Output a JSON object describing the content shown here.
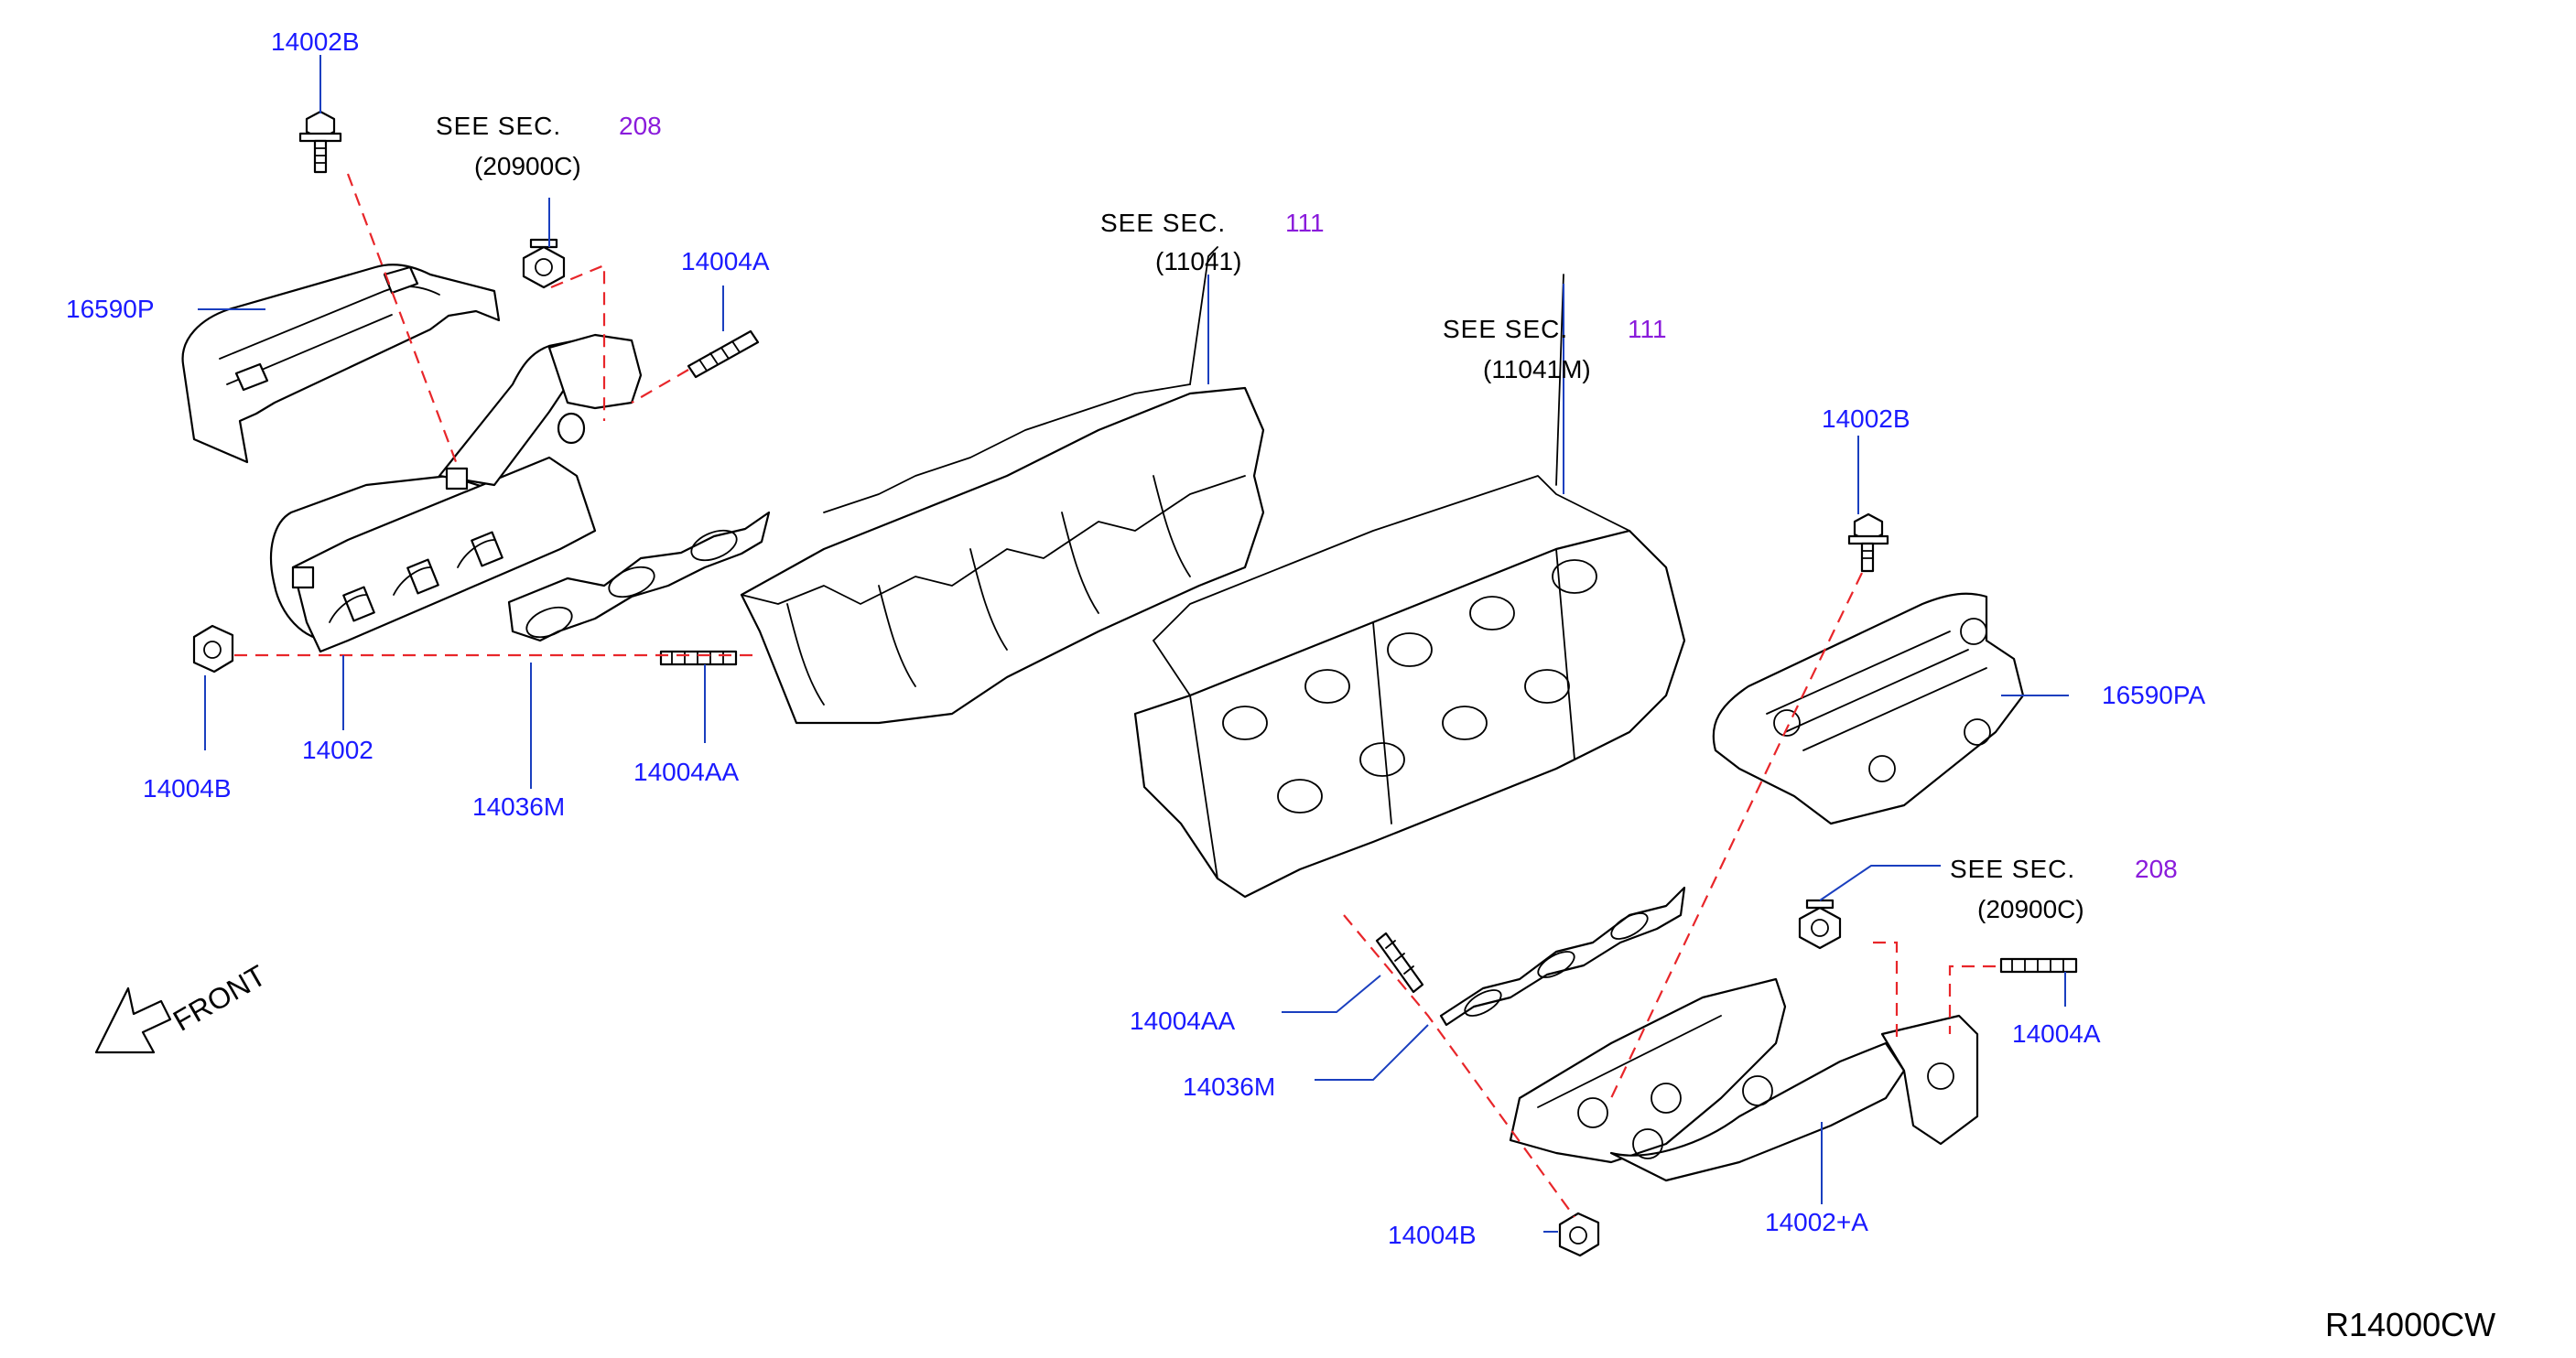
{
  "diagram_code": "R14000CW",
  "front_label": "FRONT",
  "colors": {
    "part_label": "#1a1aff",
    "section_number": "#8a1bdb",
    "leader": "#1a3fbf",
    "centerline": "#e8262a",
    "ink": "#000000"
  },
  "left_bank": {
    "bolt_label": "14002B",
    "see_ref_208": {
      "see": "SEE   SEC.",
      "sec": "208",
      "ref": "(20900C)"
    },
    "stud_label": "14004A",
    "heat_shield_label": "16590P",
    "nut_label": "14004B",
    "manifold_label": "14002",
    "gasket_label": "14036M",
    "stud_aa_label": "14004AA"
  },
  "cylinder_heads": {
    "see_ref_11041": {
      "see": "SEE   SEC.",
      "sec": "111",
      "ref": "(11041)"
    },
    "see_ref_11041m": {
      "see": "SEE   SEC.",
      "sec": "111",
      "ref": "(11041M)"
    }
  },
  "right_bank": {
    "bolt_label": "14002B",
    "heat_shield_label": "16590PA",
    "see_ref_208": {
      "see": "SEE   SEC.",
      "sec": "208",
      "ref": "(20900C)"
    },
    "stud_label": "14004A",
    "stud_aa_label": "14004AA",
    "gasket_label": "14036M",
    "nut_label": "14004B",
    "manifold_label": "14002+A"
  }
}
